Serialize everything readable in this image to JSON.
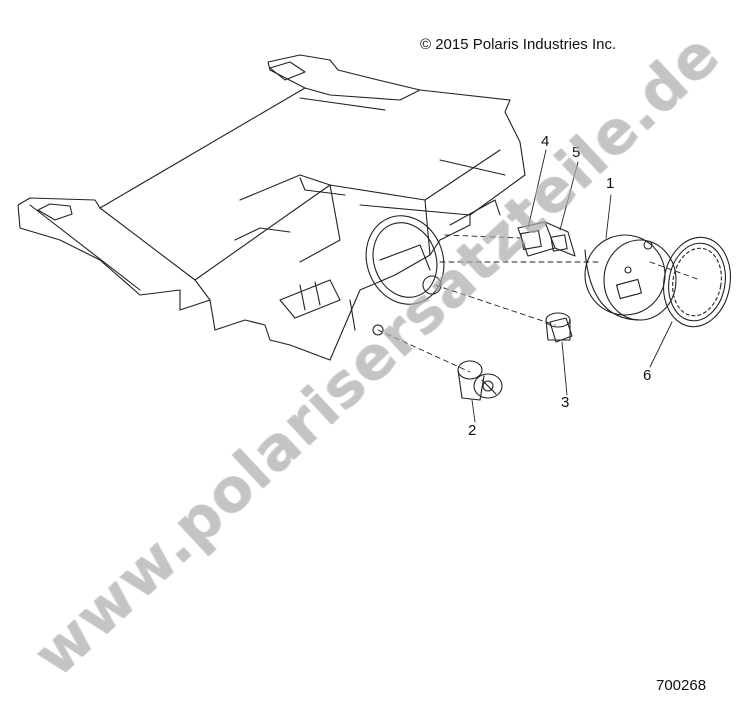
{
  "copyright": "© 2015 Polaris Industries Inc.",
  "diagram_id": "700268",
  "watermark": "www.polarisersatzteile.de",
  "callouts": [
    "1",
    "2",
    "3",
    "4",
    "5",
    "6"
  ]
}
